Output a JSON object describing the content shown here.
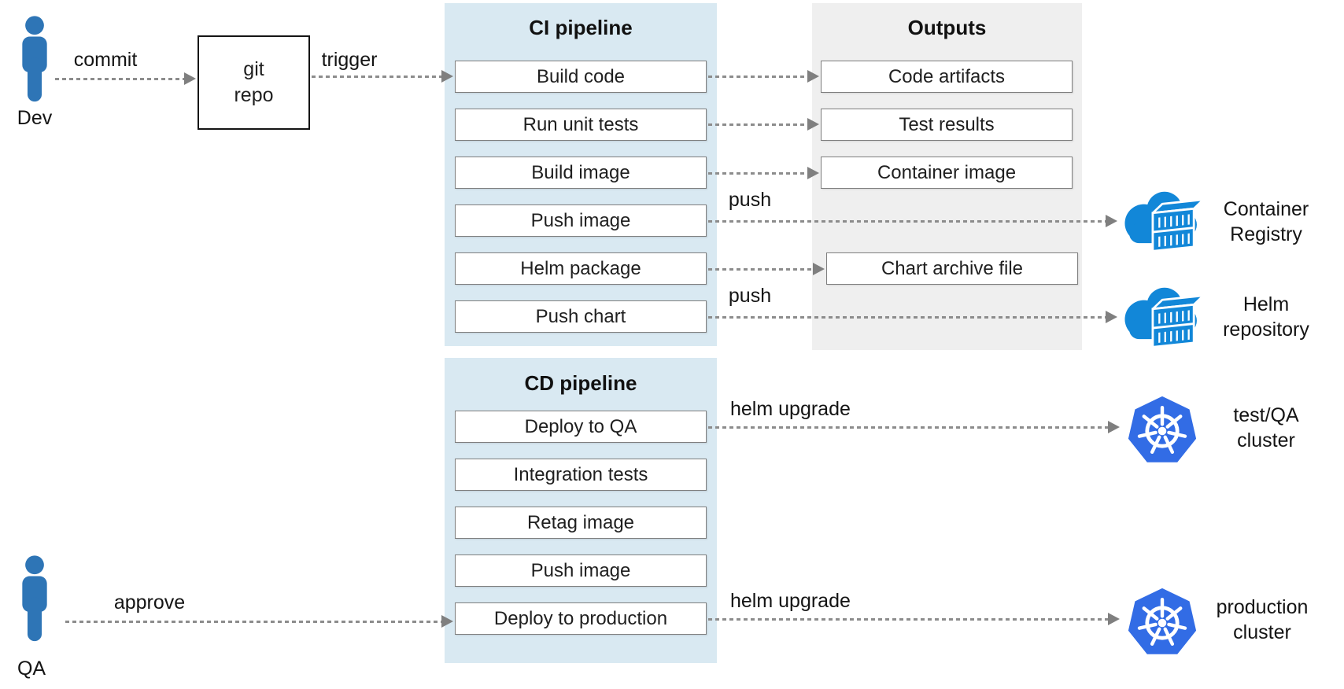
{
  "actors": {
    "dev": "Dev",
    "qa": "QA"
  },
  "git_repo": {
    "line1": "git",
    "line2": "repo"
  },
  "ci": {
    "title": "CI pipeline",
    "steps": [
      "Build code",
      "Run unit tests",
      "Build image",
      "Push image",
      "Helm package",
      "Push chart"
    ]
  },
  "outputs": {
    "title": "Outputs",
    "items": [
      "Code artifacts",
      "Test results",
      "Container image",
      "Chart archive file"
    ]
  },
  "cd": {
    "title": "CD pipeline",
    "steps": [
      "Deploy to QA",
      "Integration tests",
      "Retag image",
      "Push image",
      "Deploy to production"
    ]
  },
  "labels": {
    "commit": "commit",
    "trigger": "trigger",
    "push_image": "push",
    "push_chart": "push",
    "helm_upgrade_qa": "helm upgrade",
    "helm_upgrade_prod": "helm upgrade",
    "approve": "approve"
  },
  "targets": {
    "container_registry": {
      "line1": "Container",
      "line2": "Registry"
    },
    "helm_repository": {
      "line1": "Helm",
      "line2": "repository"
    },
    "test_qa_cluster": {
      "line1": "test/QA",
      "line2": "cluster"
    },
    "production_cluster": {
      "line1": "production",
      "line2": "cluster"
    }
  },
  "icons": {
    "actor": "person-icon",
    "registry": "azure-cloud-registry-icon",
    "cluster": "kubernetes-icon"
  },
  "colors": {
    "pipeline_panel": "#d9e9f2",
    "outputs_panel": "#efefef",
    "box_border": "#7f7f7f",
    "box_fill": "#ffffff",
    "arrow": "#8c8c8c",
    "actor_blue": "#2e75b6",
    "azure_blue": "#1287d8",
    "kubernetes_blue": "#326ce5",
    "text": "#141414"
  }
}
